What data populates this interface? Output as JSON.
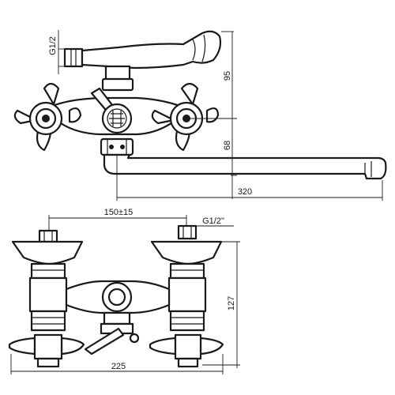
{
  "dimensions": {
    "thread_top": "G1/2",
    "height_upper": "95",
    "height_lower": "68",
    "spout_reach": "320",
    "center_distance": "150±15",
    "thread_front": "G1/2\"",
    "front_height": "127",
    "total_width": "225"
  },
  "colors": {
    "line": "#1a1a1a",
    "background": "#ffffff"
  }
}
